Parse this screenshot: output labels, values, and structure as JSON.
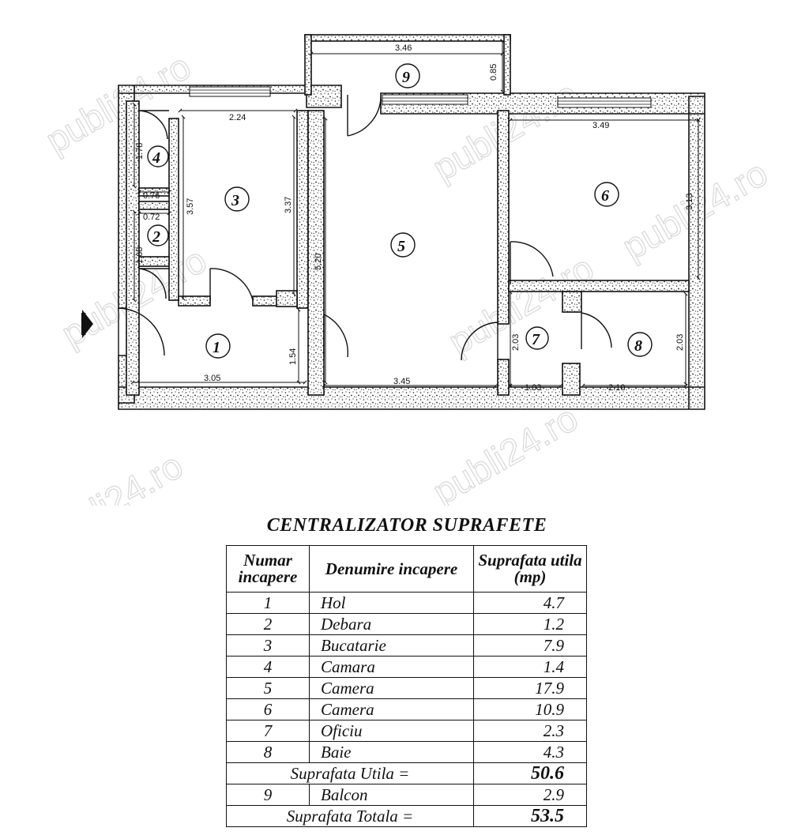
{
  "floor_plan": {
    "rooms": [
      {
        "id": "1",
        "label": "1"
      },
      {
        "id": "2",
        "label": "2"
      },
      {
        "id": "3",
        "label": "3"
      },
      {
        "id": "4",
        "label": "4"
      },
      {
        "id": "5",
        "label": "5"
      },
      {
        "id": "6",
        "label": "6"
      },
      {
        "id": "7",
        "label": "7"
      },
      {
        "id": "8",
        "label": "8"
      },
      {
        "id": "9",
        "label": "9"
      }
    ],
    "dimensions": {
      "balcony_width": "3.46",
      "balcony_depth": "0.85",
      "kitchen_width": "2.24",
      "kitchen_height_left": "3.57",
      "kitchen_height_right": "3.37",
      "pantry_height": "1.78",
      "pantry_width": "0.76",
      "storage_width": "0.72",
      "storage_height": "1.68",
      "room5_height": "5.20",
      "hall_width": "3.05",
      "hall_height": "1.54",
      "room5_width": "3.45",
      "room6_width": "3.49",
      "room6_height": "3.13",
      "office_height": "2.03",
      "office_width": "1.03",
      "bath_height": "2.03",
      "bath_width": "2.10"
    },
    "watermark": "publi24.ro"
  },
  "summary": {
    "title": "CENTRALIZATOR SUPRAFETE",
    "headers": {
      "number": "Numar incapere",
      "name": "Denumire incapere",
      "area": "Suprafata utila (mp)"
    },
    "rows": [
      {
        "number": "1",
        "name": "Hol",
        "area": "4.7"
      },
      {
        "number": "2",
        "name": "Debara",
        "area": "1.2"
      },
      {
        "number": "3",
        "name": "Bucatarie",
        "area": "7.9"
      },
      {
        "number": "4",
        "name": "Camara",
        "area": "1.4"
      },
      {
        "number": "5",
        "name": "Camera",
        "area": "17.9"
      },
      {
        "number": "6",
        "name": "Camera",
        "area": "10.9"
      },
      {
        "number": "7",
        "name": "Oficiu",
        "area": "2.3"
      },
      {
        "number": "8",
        "name": "Baie",
        "area": "4.3"
      }
    ],
    "useful_total": {
      "label": "Suprafata Utila =",
      "value": "50.6"
    },
    "balcony_row": {
      "number": "9",
      "name": "Balcon",
      "area": "2.9"
    },
    "grand_total": {
      "label": "Suprafata Totala =",
      "value": "53.5"
    }
  }
}
